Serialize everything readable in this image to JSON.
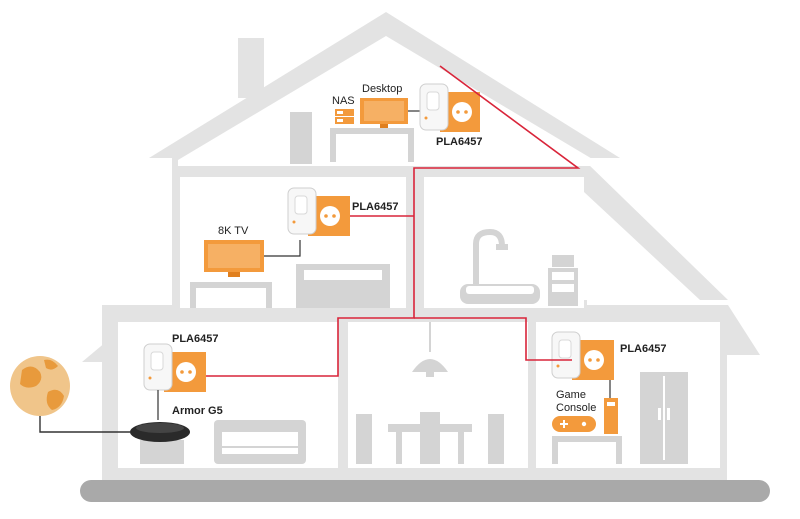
{
  "labels": {
    "desktop": "Desktop",
    "nas": "NAS",
    "pla_attic": "PLA6457",
    "tv": "8K TV",
    "pla_second": "PLA6457",
    "pla_ground_left": "PLA6457",
    "router": "Armor G5",
    "pla_ground_right": "PLA6457",
    "game_line1": "Game",
    "game_line2": "Console"
  },
  "colors": {
    "house": "#e3e3e3",
    "house_outline": "#d0d0d0",
    "room": "#ffffff",
    "furniture": "#d4d4d4",
    "accent": "#f39a3c",
    "accent_dark": "#e07f1e",
    "cable": "#d9253a",
    "ground": "#a9a9a9",
    "adapter": "#f7f7f7",
    "router": "#2a2a2a",
    "globe": "#f0c58a"
  },
  "icons": [
    "globe-icon",
    "router-icon",
    "powerline-adapter-icon",
    "tv-icon",
    "desktop-monitor-icon",
    "nas-icon",
    "game-console-icon",
    "bathtub-icon",
    "lamp-icon"
  ]
}
